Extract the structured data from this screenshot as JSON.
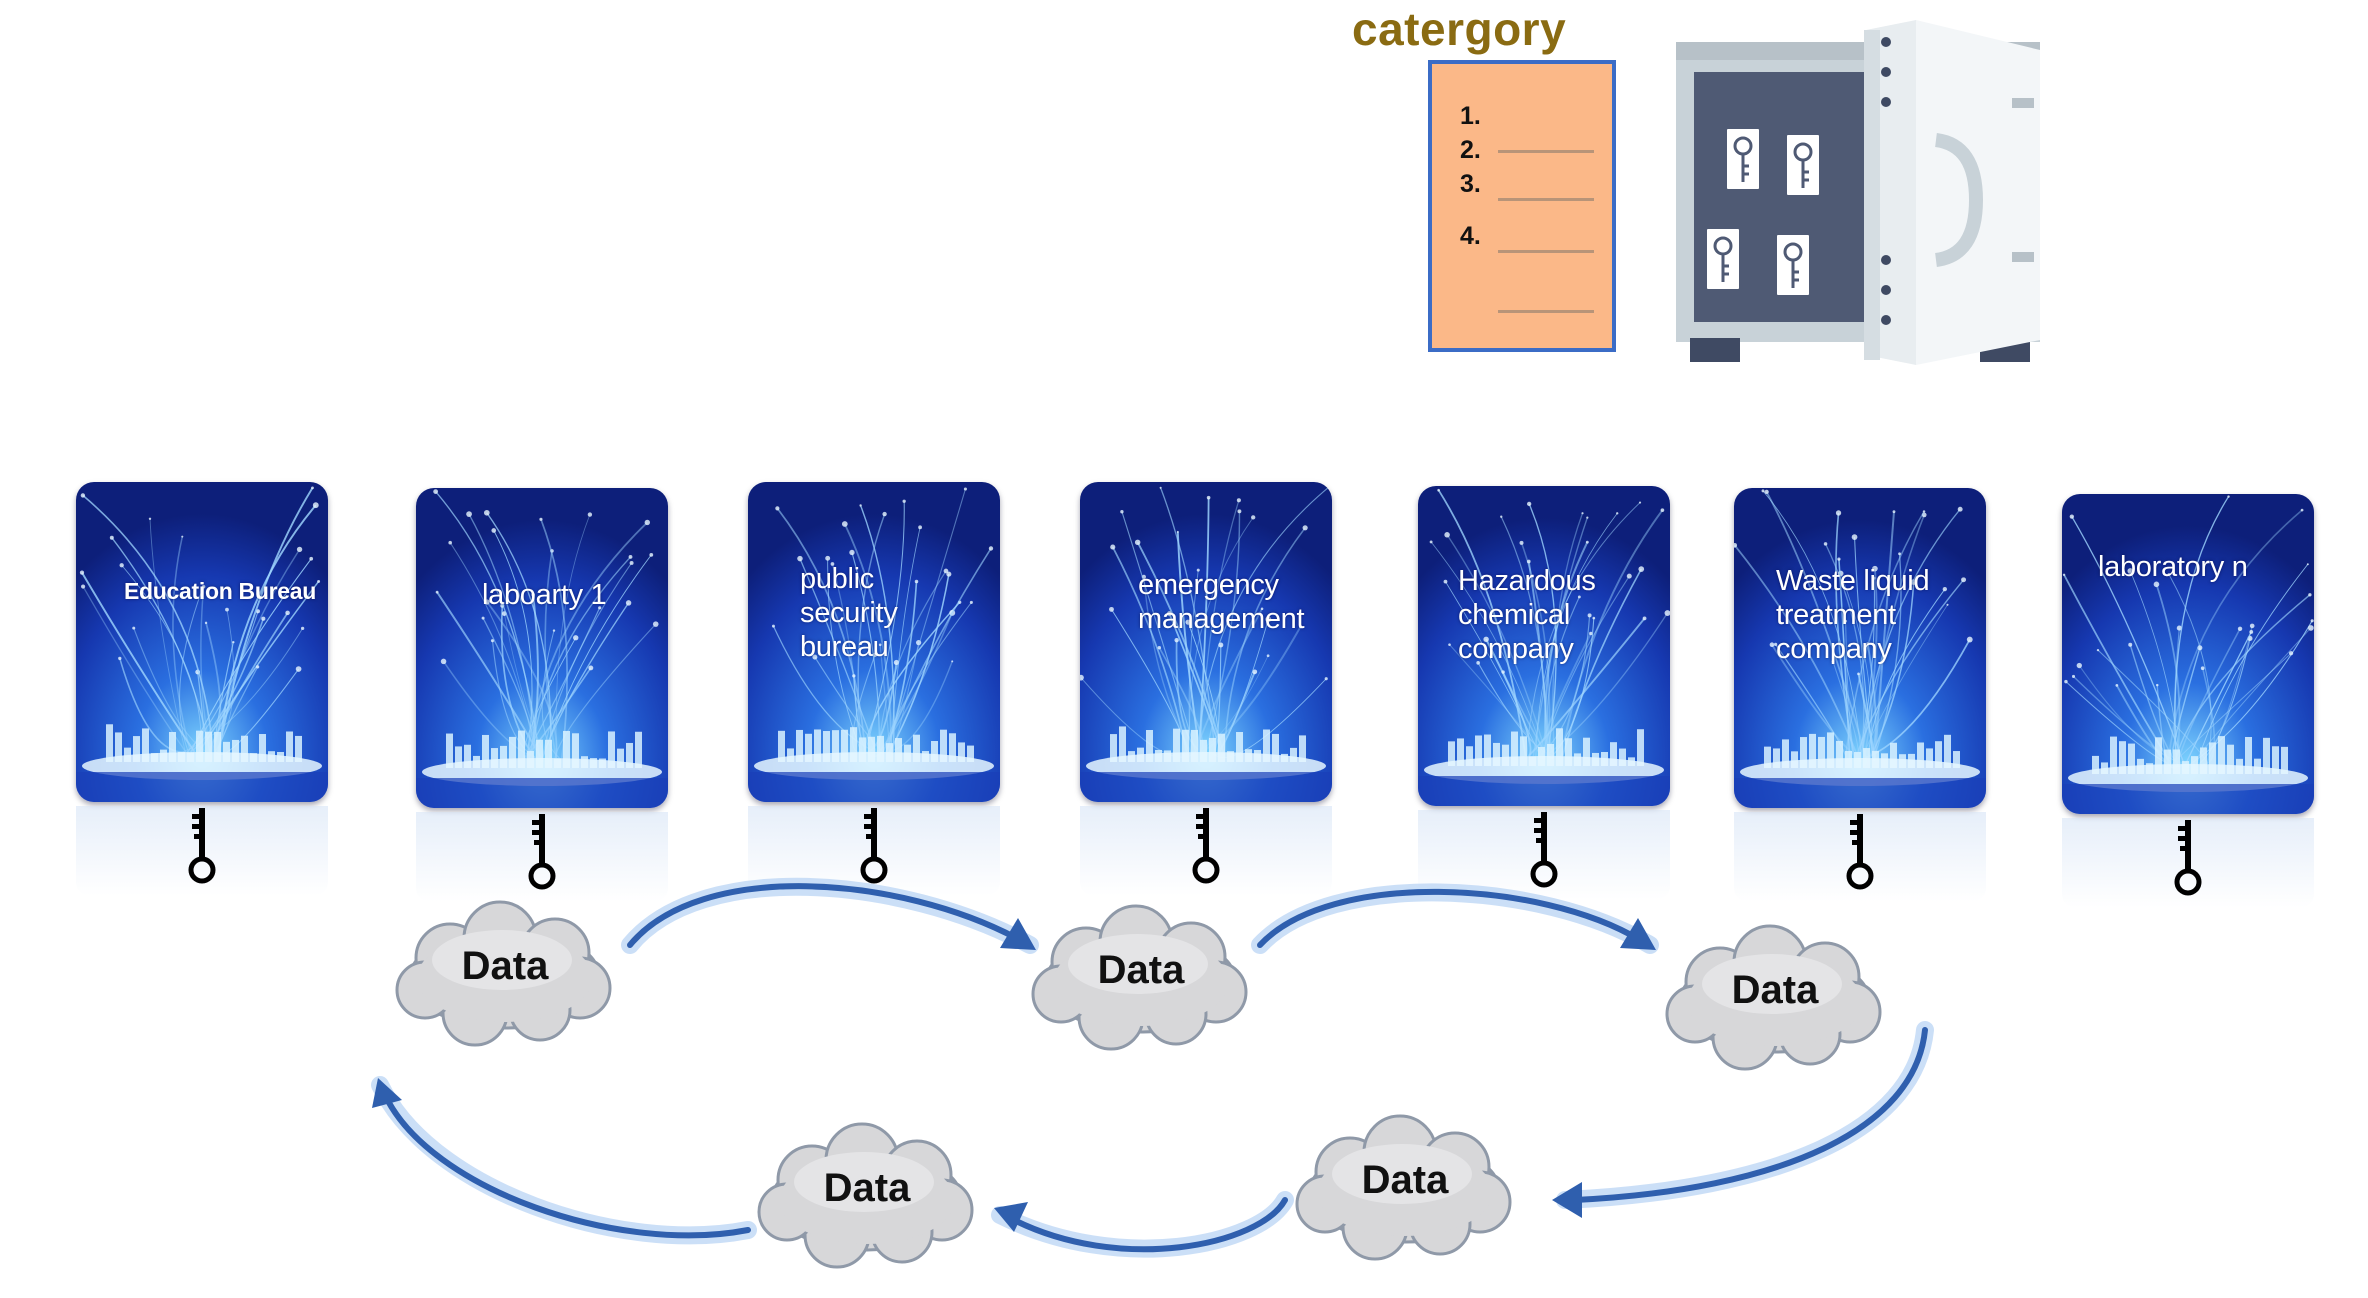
{
  "category": {
    "title": "catergory",
    "items": [
      "1.",
      "2.",
      "3.",
      "4."
    ]
  },
  "safe": {
    "icon": "safe-with-keys-icon",
    "key_count": 4
  },
  "nodes": [
    {
      "label": "Education Bureau"
    },
    {
      "label": "laboarty 1"
    },
    {
      "label": "public\nsecurity\nbureau"
    },
    {
      "label": "emergency\nmanagement"
    },
    {
      "label": "Hazardous\nchemical\ncompany"
    },
    {
      "label": "Waste liquid\ntreatment\ncompany"
    },
    {
      "label": "laboratory n"
    }
  ],
  "data_clouds": [
    "Data",
    "Data",
    "Data",
    "Data",
    "Data"
  ],
  "colors": {
    "node_bg": "#1a3fb8",
    "ground_line": "#7ab648",
    "arrow": "#2f5fae",
    "cloud": "#d7d7d9",
    "category_fill": "#fbb888",
    "category_title": "#8a6b12"
  }
}
